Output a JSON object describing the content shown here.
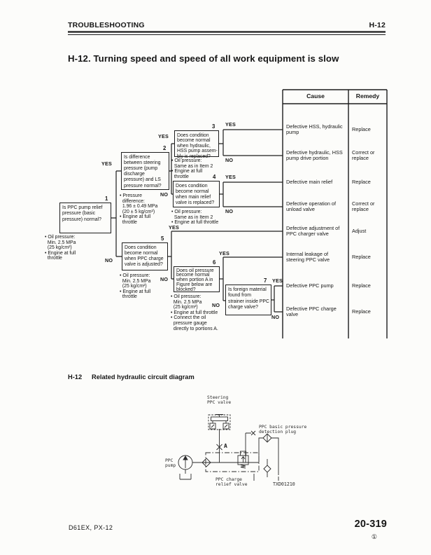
{
  "header": {
    "left": "TROUBLESHOOTING",
    "right": "H-12"
  },
  "title": "H-12.  Turning speed and speed of all work equipment is slow",
  "flowchart": {
    "yes": "YES",
    "no": "NO",
    "boxes": [
      {
        "num": "1",
        "q": "Is PPC pump relief\npressure (basic\npressure) normal?"
      },
      {
        "num": "2",
        "q": "Is difference\nbetween steering\npressure (pump\ndischarge\npressure) and LS\npressure normal?"
      },
      {
        "num": "3",
        "q": "Does condition\nbecome normal\nwhen hydraulic,\nHSS pump assem-\nbly is replaced?"
      },
      {
        "num": "4",
        "q": "Does condition\nbecome normal\nwhen main relief\nvalve is replaced?"
      },
      {
        "num": "5",
        "q": "Does condition\nbecome normal\nwhen PPC charge\nvalve is adjusted?"
      },
      {
        "num": "6",
        "q": "Does oil pressure\nbecome normal\nwhen portion A in\nFigure below are\nblocked?"
      },
      {
        "num": "7",
        "q": "Is foreign material\nfound from\nstrainer inside PPC\ncharge valve?"
      }
    ],
    "notes": [
      "• Oil pressure:\n  Min. 2.5 MPa\n  (25 kg/cm²)\n• Engine at full\n  throttle",
      "• Pressure\n  difference:\n  1.96 ± 0.49 MPa\n  (20 ± 5 kg/cm²)\n• Engine at full\n  throttle",
      "• Oil pressure:\n  Same as in Item 2\n• Engine at full\n  throttle",
      "• Oil pressure:\n  Same as in Item 2\n• Engine at full throttle",
      "• Oil pressure:\n  Min. 2.5 MPa\n  (25 kg/cm²)\n• Engine at full\n  throttle",
      "• Oil pressure:\n  Min. 2.5 MPa\n  (25 kg/cm²)\n• Engine at full throttle\n• Connect the oil\n  pressure gauge\n  directly to portions A."
    ]
  },
  "table": {
    "headers": {
      "cause": "Cause",
      "remedy": "Remedy"
    },
    "rows": [
      {
        "cause": "Defective HSS, hydraulic pump",
        "remedy": "Replace"
      },
      {
        "cause": "Defective hydraulic, HSS pump drive portion",
        "remedy": "Correct or replace"
      },
      {
        "cause": "Defective main relief",
        "remedy": "Replace"
      },
      {
        "cause": "Defective operation of unload valve",
        "remedy": "Correct or replace"
      },
      {
        "cause": "Defective adjustment of PPC charger valve",
        "remedy": "Adjust"
      },
      {
        "cause": "Internal leakage of steering PPC valve",
        "remedy": "Replace"
      },
      {
        "cause": "Defective PPC pump",
        "remedy": "Replace"
      },
      {
        "cause": "Defective PPC charge valve",
        "remedy": "Replace"
      }
    ]
  },
  "diagram": {
    "heading_num": "H-12",
    "heading_text": "Related hydraulic circuit diagram",
    "labels": {
      "steering_valve": "Steering\nPPC valve",
      "detection_plug": "PPC basic pressure\ndetection plug",
      "point_a": "A",
      "pump": "PPC\npump",
      "relief_valve": "PPC charge\nrelief valve",
      "code": "TXD01210"
    }
  },
  "footer": {
    "model": "D61EX, PX-12",
    "page": "20-319",
    "mark": "①"
  }
}
